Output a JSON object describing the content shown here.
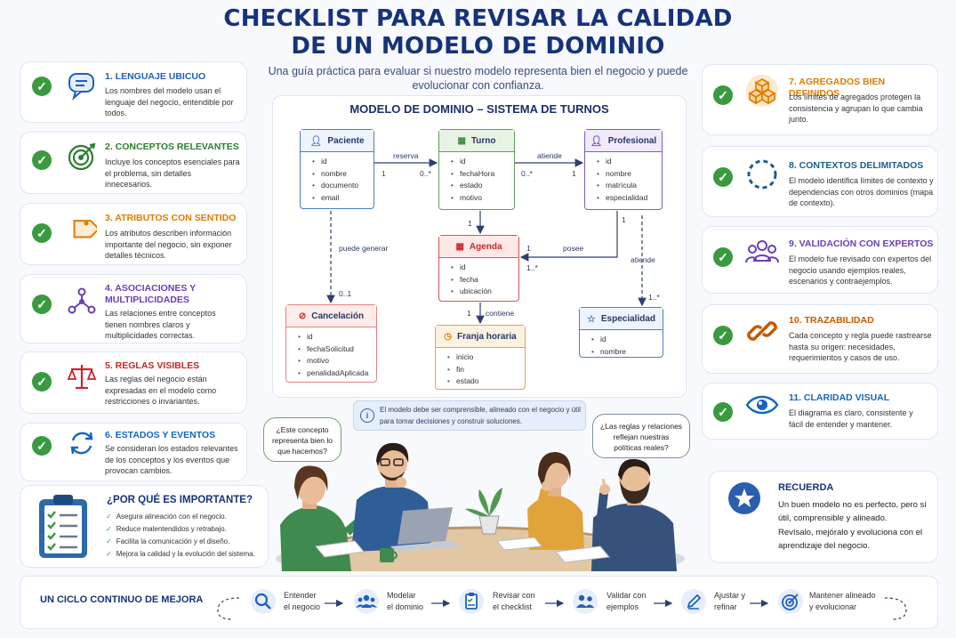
{
  "title_line1": "CHECKLIST PARA REVISAR LA CALIDAD",
  "title_line2": "DE UN MODELO DE DOMINIO",
  "subtitle": "Una guía práctica para evaluar si nuestro modelo representa bien el negocio y puede evolucionar con confianza.",
  "checklist": [
    {
      "n": "1. LENGUAJE UBICUO",
      "d": "Los nombres del modelo usan el lenguaje del negocio, entendible por todos.",
      "icon": "chat-bubble-icon",
      "color": "#1d5fbf"
    },
    {
      "n": "2. CONCEPTOS RELEVANTES",
      "d": "Incluye los conceptos esenciales para el problema, sin detalles innecesarios.",
      "icon": "target-icon",
      "color": "#2e7d32"
    },
    {
      "n": "3. ATRIBUTOS CON SENTIDO",
      "d": "Los atributos describen información importante del negocio, sin exponer detalles técnicos.",
      "icon": "tag-icon",
      "color": "#e07b00"
    },
    {
      "n": "4. ASOCIACIONES Y MULTIPLICIDADES",
      "d": "Las relaciones entre conceptos tienen nombres claros y multiplicidades correctas.",
      "icon": "network-icon",
      "color": "#6a3fb5"
    },
    {
      "n": "5. REGLAS VISIBLES",
      "d": "Las reglas del negocio están expresadas en el modelo como restricciones o invariantes.",
      "icon": "scales-icon",
      "color": "#c62828"
    },
    {
      "n": "6. ESTADOS Y EVENTOS",
      "d": "Se consideran los estados relevantes de los conceptos y los eventos que provocan cambios.",
      "icon": "cycle-arrows-icon",
      "color": "#1565c0"
    },
    {
      "n": "7. AGREGADOS BIEN DEFINIDOS",
      "d": "Los límites de agregados protegen la consistencia y agrupan lo que cambia junto.",
      "icon": "cubes-icon",
      "color": "#e07b00"
    },
    {
      "n": "8. CONTEXTOS DELIMITADOS",
      "d": "El modelo identifica límites de contexto y dependencias con otros dominios (mapa de contexto).",
      "icon": "dashed-circle-icon",
      "color": "#1b5e8a"
    },
    {
      "n": "9. VALIDACIÓN CON EXPERTOS",
      "d": "El modelo fue revisado con expertos del negocio usando ejemplos reales, escenarios y contraejemplos.",
      "icon": "group-icon",
      "color": "#6a3fb5"
    },
    {
      "n": "10. TRAZABILIDAD",
      "d": "Cada concepto y regla puede rastrearse hasta su origen: necesidades, requerimientos y casos de uso.",
      "icon": "chain-link-icon",
      "color": "#c65a00"
    },
    {
      "n": "11. CLARIDAD VISUAL",
      "d": "El diagrama es claro, consistente y fácil de entender y mantener.",
      "icon": "eye-icon",
      "color": "#1565c0"
    }
  ],
  "diagram": {
    "title": "MODELO DE DOMINIO – SISTEMA DE TURNOS",
    "entities": {
      "paciente": {
        "name": "Paciente",
        "attrs": [
          "id",
          "nombre",
          "documento",
          "email"
        ]
      },
      "turno": {
        "name": "Turno",
        "attrs": [
          "id",
          "fechaHora",
          "estado",
          "motivo"
        ]
      },
      "profesional": {
        "name": "Profesional",
        "attrs": [
          "id",
          "nombre",
          "matrícula",
          "especialidad"
        ]
      },
      "agenda": {
        "name": "Agenda",
        "attrs": [
          "id",
          "fecha",
          "ubicación"
        ]
      },
      "cancelacion": {
        "name": "Cancelación",
        "attrs": [
          "id",
          "fechaSolicitud",
          "motivo",
          "penalidadAplicada"
        ]
      },
      "franja": {
        "name": "Franja horaria",
        "attrs": [
          "inicio",
          "fin",
          "estado"
        ]
      },
      "especialidad": {
        "name": "Especialidad",
        "attrs": [
          "id",
          "nombre"
        ]
      }
    },
    "labels": {
      "reserva": "reserva",
      "atiende1": "atiende",
      "posee": "posee",
      "atiende2": "atiende",
      "contiene": "contiene",
      "puede_generar": "puede generar",
      "m_pac_turno_a": "1",
      "m_pac_turno_b": "0..*",
      "m_turno_prof_a": "0..*",
      "m_turno_prof_b": "1",
      "m_turno_agenda": "1",
      "m_prof_agenda_a": "1",
      "m_prof_agenda_b": "1",
      "m_agenda_1": "1",
      "m_agenda_many": "1..*",
      "m_prof_esp": "1..*",
      "m_canc": "0..1",
      "m_contiene": "1"
    },
    "info": "El modelo debe ser comprensible, alineado con el negocio y útil para tomar decisiones y construir soluciones."
  },
  "bubbles": {
    "left": "¿Este concepto representa bien lo que hacemos?",
    "right": "¿Las reglas y relaciones reflejan nuestras políticas reales?"
  },
  "why": {
    "title": "¿POR QUÉ ES IMPORTANTE?",
    "items": [
      "Asegura alineación con el negocio.",
      "Reduce malentendidos y retrabajo.",
      "Facilita la comunicación y el diseño.",
      "Mejora la calidad y la evolución del sistema."
    ]
  },
  "remember": {
    "title": "RECUERDA",
    "p1": "Un buen modelo no es perfecto, pero sí útil, comprensible y alineado.",
    "p2": "Revísalo, mejóralo y evoluciona con el aprendizaje del negocio."
  },
  "cycle": {
    "title": "UN CICLO CONTINUO DE MEJORA",
    "steps": [
      {
        "l1": "Entender",
        "l2": "el negocio",
        "icon": "magnifier-icon"
      },
      {
        "l1": "Modelar",
        "l2": "el dominio",
        "icon": "people-icon"
      },
      {
        "l1": "Revisar con",
        "l2": "el checklist",
        "icon": "clipboard-icon"
      },
      {
        "l1": "Validar con",
        "l2": "ejemplos",
        "icon": "team-icon"
      },
      {
        "l1": "Ajustar y",
        "l2": "refinar",
        "icon": "pencil-icon"
      },
      {
        "l1": "Mantener alineado",
        "l2": "y evolucionar",
        "icon": "target-icon"
      }
    ]
  },
  "colors": {
    "title": "#16337a",
    "check": "#3a9a3f"
  }
}
